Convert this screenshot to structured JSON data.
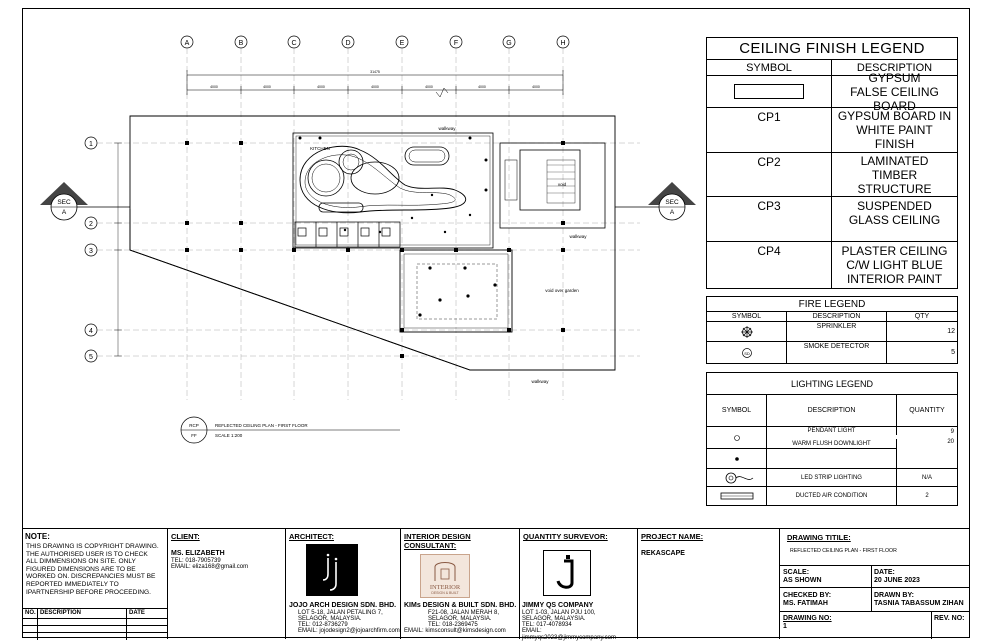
{
  "grid": {
    "columns": [
      "A",
      "B",
      "C",
      "D",
      "E",
      "F",
      "G",
      "H"
    ],
    "rows": [
      "1",
      "2",
      "3",
      "4",
      "5"
    ],
    "dimensions": [
      "4000",
      "4000",
      "4000",
      "4000",
      "4000",
      "4000",
      "4000"
    ],
    "overall_dimension": "31475"
  },
  "sections": {
    "left": {
      "top": "SEC",
      "bottom": "A"
    },
    "right": {
      "top": "SEC",
      "bottom": "A"
    }
  },
  "plan_labels": {
    "walkway_top": "walkway",
    "walkway_right": "walkway",
    "walkway_bottom": "walkway",
    "void": "void",
    "void_over_garden": "void over garden",
    "kitchen": "KITCHEN"
  },
  "drawing_tag": {
    "code_top": "RCP",
    "code_bottom": "FF",
    "title": "REFLECTED CEILING PLAN - FIRST FLOOR",
    "scale": "SCALE 1:200"
  },
  "ceiling_legend": {
    "title": "CEILING FINISH LEGEND",
    "col_symbol": "SYMBOL",
    "col_description": "DESCRIPTION",
    "rows": [
      {
        "symbol": "",
        "description": "GYPSUM FALSE CEILING BOARD"
      },
      {
        "symbol": "CP1",
        "description": "GYPSUM BOARD IN WHITE PAINT FINISH"
      },
      {
        "symbol": "CP2",
        "description": "LAMINATED TIMBER STRUCTURE"
      },
      {
        "symbol": "CP3",
        "description": "SUSPENDED GLASS CEILING"
      },
      {
        "symbol": "CP4",
        "description": "PLASTER CEILING C/W LIGHT BLUE INTERIOR PAINT"
      }
    ]
  },
  "fire_legend": {
    "title": "FIRE LEGEND",
    "col_symbol": "SYMBOL",
    "col_description": "DESCRIPTION",
    "col_qty": "QTY",
    "rows": [
      {
        "icon": "sprinkler-icon",
        "description": "SPRINKLER",
        "qty": "12"
      },
      {
        "icon": "smoke-detector-icon",
        "description": "SMOKE DETECTOR",
        "qty": "5"
      }
    ]
  },
  "lighting_legend": {
    "title": "LIGHTING LEGEND",
    "col_symbol": "SYMBOL",
    "col_description": "DESCRIPTION",
    "col_qty": "QUANTITY",
    "rows": [
      {
        "icon": "pendant-light-icon",
        "description": "PENDANT LIGHT",
        "qty": "9"
      },
      {
        "icon": "downlight-icon",
        "description": "WARM FLUSH DOWNLIGHT",
        "qty": "20"
      },
      {
        "icon": "led-strip-icon",
        "description": "LED STRIP LIGHTING",
        "qty": "N/A"
      },
      {
        "icon": "ducted-ac-icon",
        "description": "DUCTED AIR CONDITION",
        "qty": "2"
      }
    ]
  },
  "title_block": {
    "note": {
      "heading": "NOTE:",
      "text": "THIS DRAWING IS COPYRIGHT DRAWING. THE AUTHORISED USER IS TO CHECK ALL DIMMENSIONS ON SITE. ONLY FIGURED DIMENSIONS ARE TO BE WORKED ON. DISCREPANCIES MUST BE REPORTED IMMEDIATELY TO IPARTNERSHIP BEFORE PROCEEDING.",
      "col_no": "NO.",
      "col_description": "DESCRIPTION",
      "col_date": "DATE"
    },
    "client": {
      "heading": "CLIENT:",
      "name": "MS. ELIZABETH",
      "tel": "TEL: 018-7905739",
      "email": "EMAIL: eliza168@gmail.com"
    },
    "architect": {
      "heading": "ARCHITECT:",
      "company": "JOJO ARCH DESIGN SDN. BHD.",
      "address1": "LOT 5-18, JALAN PETALING 7,",
      "address2": "SELAGOR, MALAYSIA.",
      "tel": "TEL: 012-8736279",
      "email": "EMAIL: jojodesign2@jojoarchfirm.com"
    },
    "interior": {
      "heading": "INTERIOR DESIGN CONSULTANT:",
      "logo_text": "INTERIOR",
      "logo_sub": "DESIGN & BUILT",
      "company": "KIMs DESIGN & BUILT SDN. BHD.",
      "address1": "F21-08, JALAN MERAH 8,",
      "address2": "SELAGOR, MALAYSIA.",
      "tel": "TEL: 018-2369475",
      "email": "EMAIL: kimsconsult@kimsdesign.com"
    },
    "qs": {
      "heading": "QUANTITY SURVEVOR:",
      "company": "JIMMY QS COMPANY",
      "address1": "LOT 1-03, JALAN PJU 100,",
      "address2": "SELAGOR, MALAYSIA.",
      "tel": "TEL: 017-4078934",
      "email": "EMAIL: jimmyqs2023@jimmycompany.com"
    },
    "project": {
      "heading": "PROJECT NAME:",
      "name": "REKASCAPE"
    },
    "drawing": {
      "heading": "DRAWING TITILE:",
      "title": "REFLECTED CEILING PLAN - FIRST FLOOR",
      "scale_label": "SCALE:",
      "scale": "AS SHOWN",
      "date_label": "DATE:",
      "date": "20 JUNE 2023",
      "checked_label": "CHECKED BY:",
      "checked": "MS. FATIMAH",
      "drawn_label": "DRAWN BY:",
      "drawn": "TASNIA TABASSUM ZIHAN",
      "number_label": "DRAWING NO:",
      "number": "1",
      "rev_label": "REV. NO:"
    }
  }
}
